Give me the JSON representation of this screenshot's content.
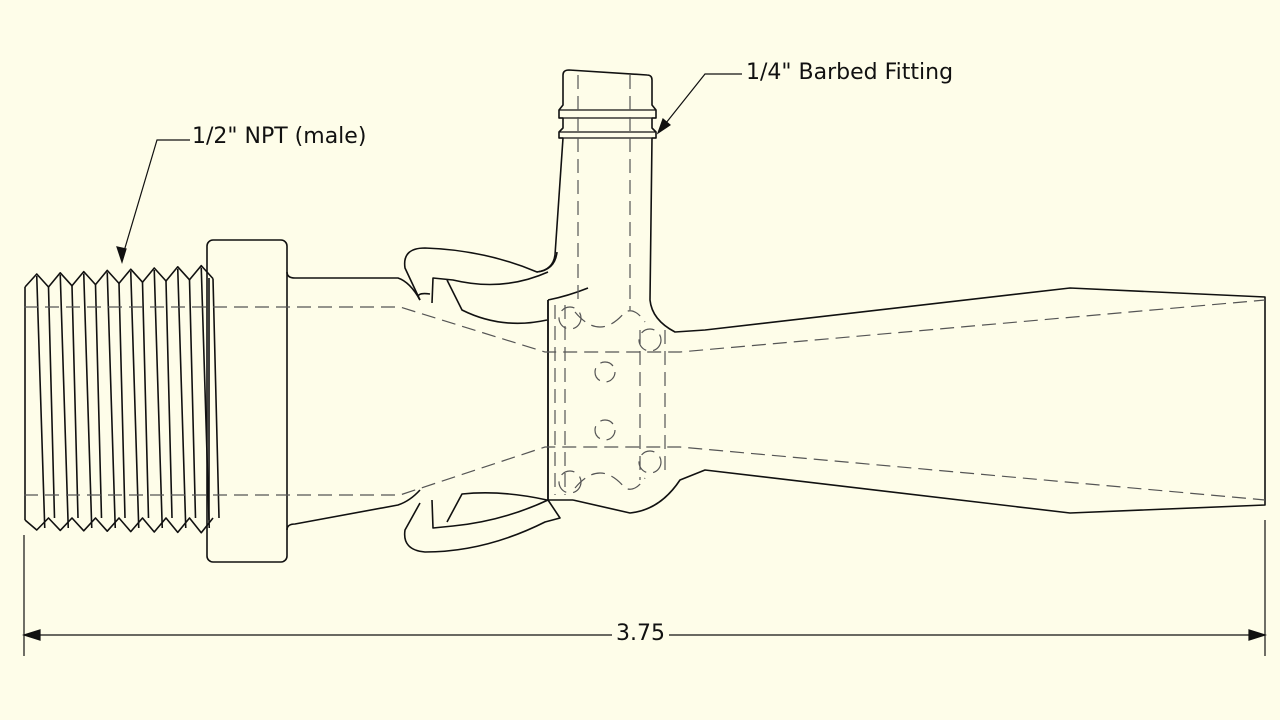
{
  "drawing": {
    "callouts": {
      "npt": "1/2\" NPT (male)",
      "barb": "1/4\" Barbed Fitting"
    },
    "dimension": {
      "overall_length": "3.75"
    },
    "colors": {
      "background": "#fefde9",
      "line": "#111111",
      "hidden": "#555555"
    }
  }
}
